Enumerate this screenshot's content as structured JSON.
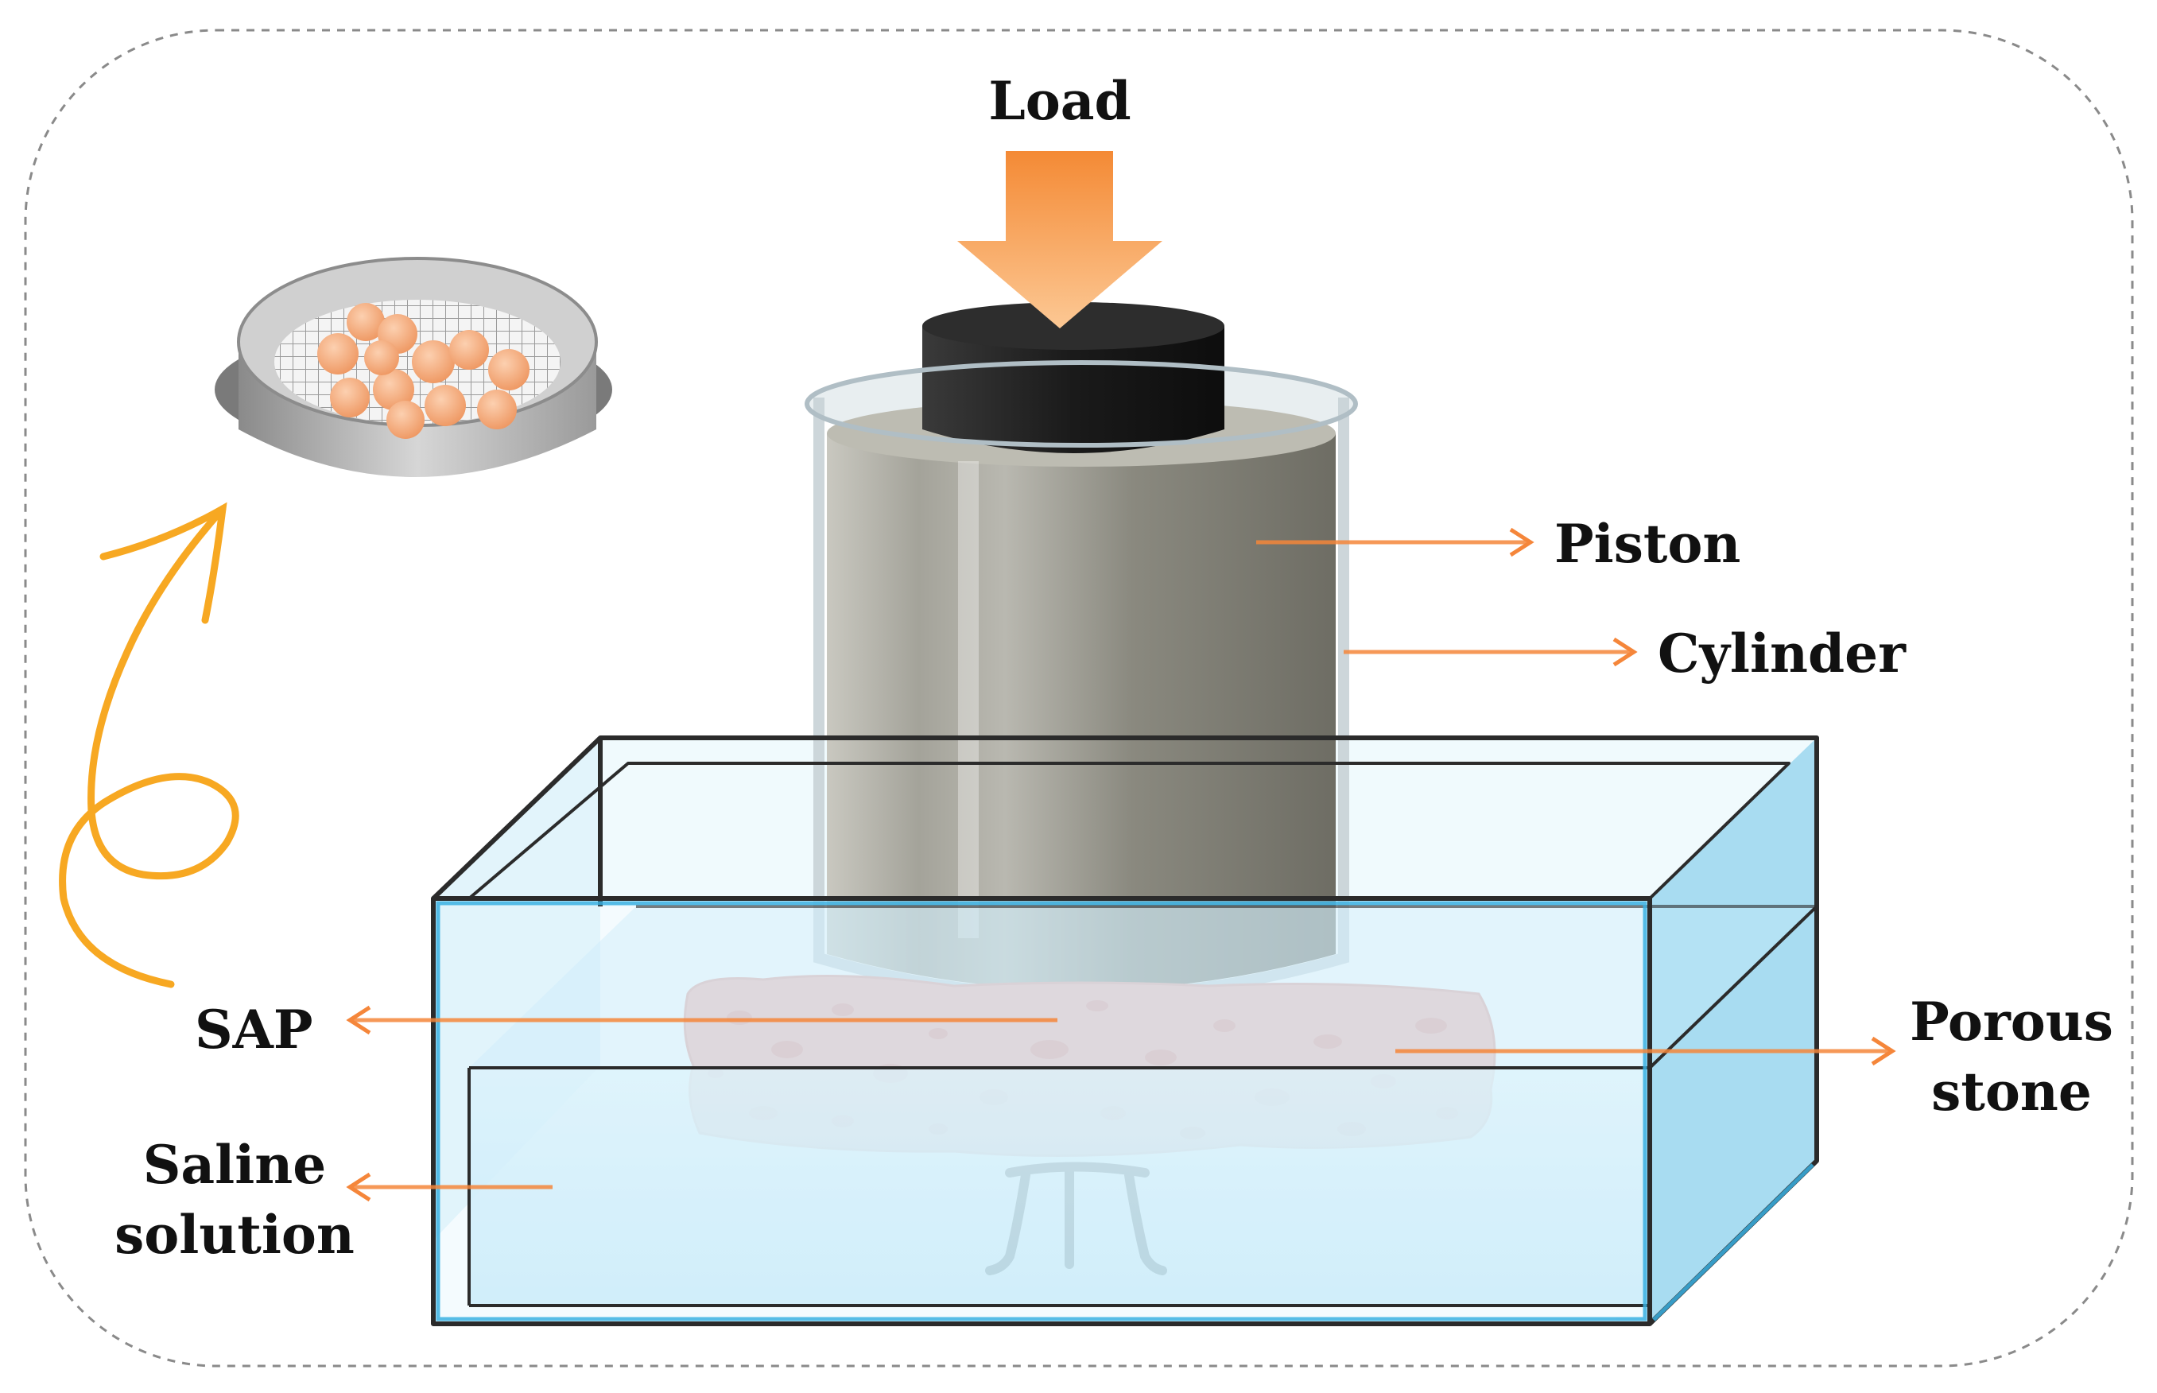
{
  "labels": {
    "load": "Load",
    "piston": "Piston",
    "cylinder": "Cylinder",
    "sap": "SAP",
    "porous_line1": "Porous",
    "porous_line2": "stone",
    "saline_line1": "Saline",
    "saline_line2": "solution"
  },
  "colors": {
    "arrow_orange": "#f5863a",
    "load_arrow_top": "#f39a4a",
    "load_arrow_bottom": "#fbc48e",
    "swirl_arrow": "#f7a822",
    "water": "#cdeefb",
    "tank_frame": "#2b2b2b",
    "piston_body": "#8e8d84",
    "piston_cap": "#1c1c1c",
    "porous_stone": "#f2b1aa",
    "sap_bead": "#f5a879",
    "sieve": "#b9b9b9"
  },
  "icons": {
    "load_arrow": "down-arrow-icon",
    "sieve": "sieve-with-beads-icon",
    "swirl": "swirl-arrow-icon",
    "stand": "tripod-stand-icon"
  }
}
